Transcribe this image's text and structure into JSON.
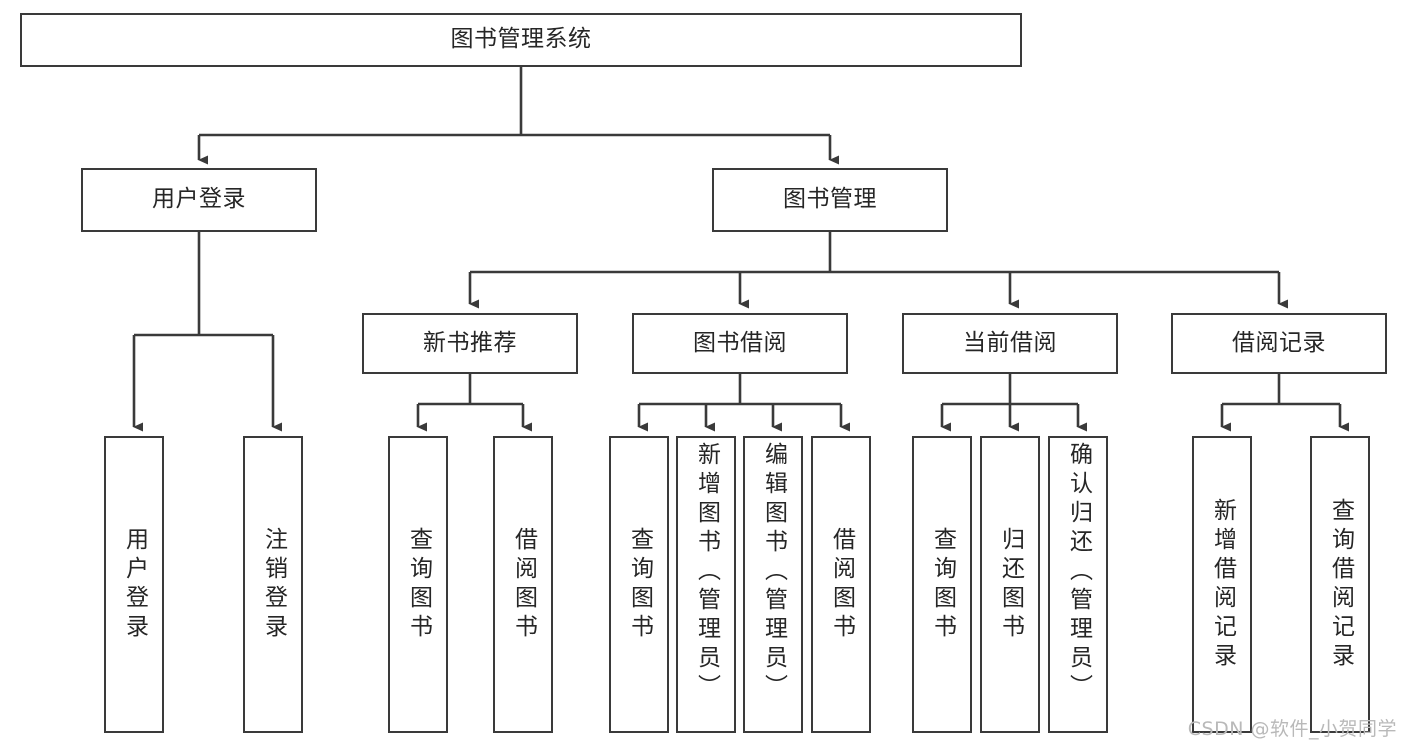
{
  "diagram": {
    "title": "图书管理系统",
    "type": "tree-hierarchy-chart",
    "orientation": "top-down",
    "colors": {
      "box_border": "#3a3a3a",
      "box_fill": "#ffffff",
      "edge": "#3a3a3a",
      "text": "#262626",
      "watermark": "#b9b9b9",
      "background": "#ffffff"
    },
    "root": {
      "label": "图书管理系统"
    },
    "level2": [
      {
        "label": "用户登录"
      },
      {
        "label": "图书管理"
      }
    ],
    "level3": [
      {
        "label": "新书推荐"
      },
      {
        "label": "图书借阅"
      },
      {
        "label": "当前借阅"
      },
      {
        "label": "借阅记录"
      }
    ],
    "leaves": {
      "user_login": [
        {
          "label": "用户登录"
        },
        {
          "label": "注销登录"
        }
      ],
      "new_book_recommend": [
        {
          "label": "查询图书"
        },
        {
          "label": "借阅图书"
        }
      ],
      "book_borrow": [
        {
          "label": "查询图书"
        },
        {
          "label": "新增图书（管理员）"
        },
        {
          "label": "编辑图书（管理员）"
        },
        {
          "label": "借阅图书"
        }
      ],
      "current_borrow": [
        {
          "label": "查询图书"
        },
        {
          "label": "归还图书"
        },
        {
          "label": "确认归还（管理员）"
        }
      ],
      "borrow_record": [
        {
          "label": "新增借阅记录"
        },
        {
          "label": "查询借阅记录"
        }
      ]
    }
  },
  "watermark": {
    "text": "CSDN @软件_小贺同学"
  }
}
